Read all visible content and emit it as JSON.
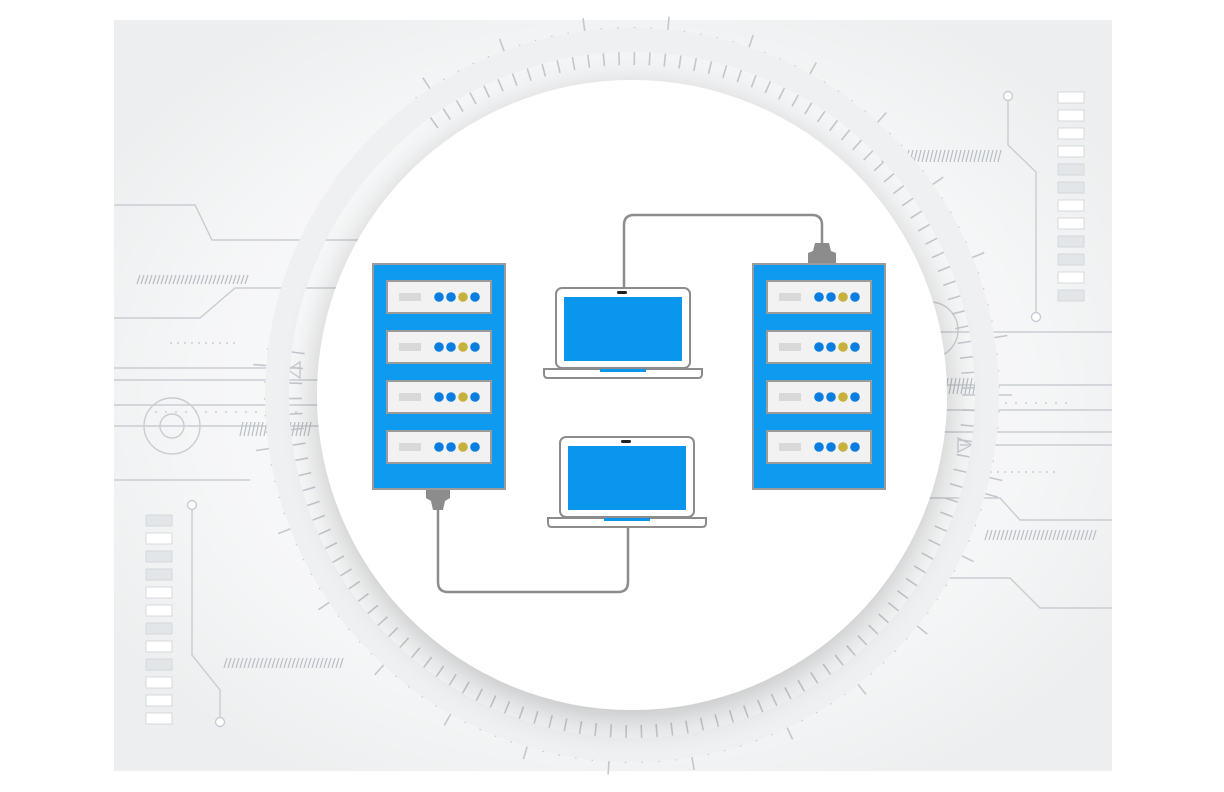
{
  "illustration": {
    "servers": [
      {
        "id": "left",
        "slots": 4,
        "leds": [
          "#0a7ee0",
          "#0a7ee0",
          "#c7b13d",
          "#0a7ee0"
        ]
      },
      {
        "id": "right",
        "slots": 4,
        "leds": [
          "#0a7ee0",
          "#0a7ee0",
          "#c7b13d",
          "#0a7ee0"
        ]
      }
    ],
    "laptops": [
      {
        "id": "top",
        "connected_to": "right"
      },
      {
        "id": "bottom",
        "connected_to": "left"
      }
    ],
    "colors": {
      "server_fill": "#0e9bef",
      "server_border": "#9b9b9b",
      "slot_fill": "#f2f2f2",
      "slot_bar": "#d9d9d9",
      "screen_fill": "#0b96ee",
      "cable": "#8c8c8c",
      "background_lines": "#c9cdd2",
      "circle_fill": "#ffffff"
    },
    "icons": [
      "server-rack-icon",
      "laptop-icon",
      "network-cable-icon",
      "circuit-board-icon"
    ]
  }
}
